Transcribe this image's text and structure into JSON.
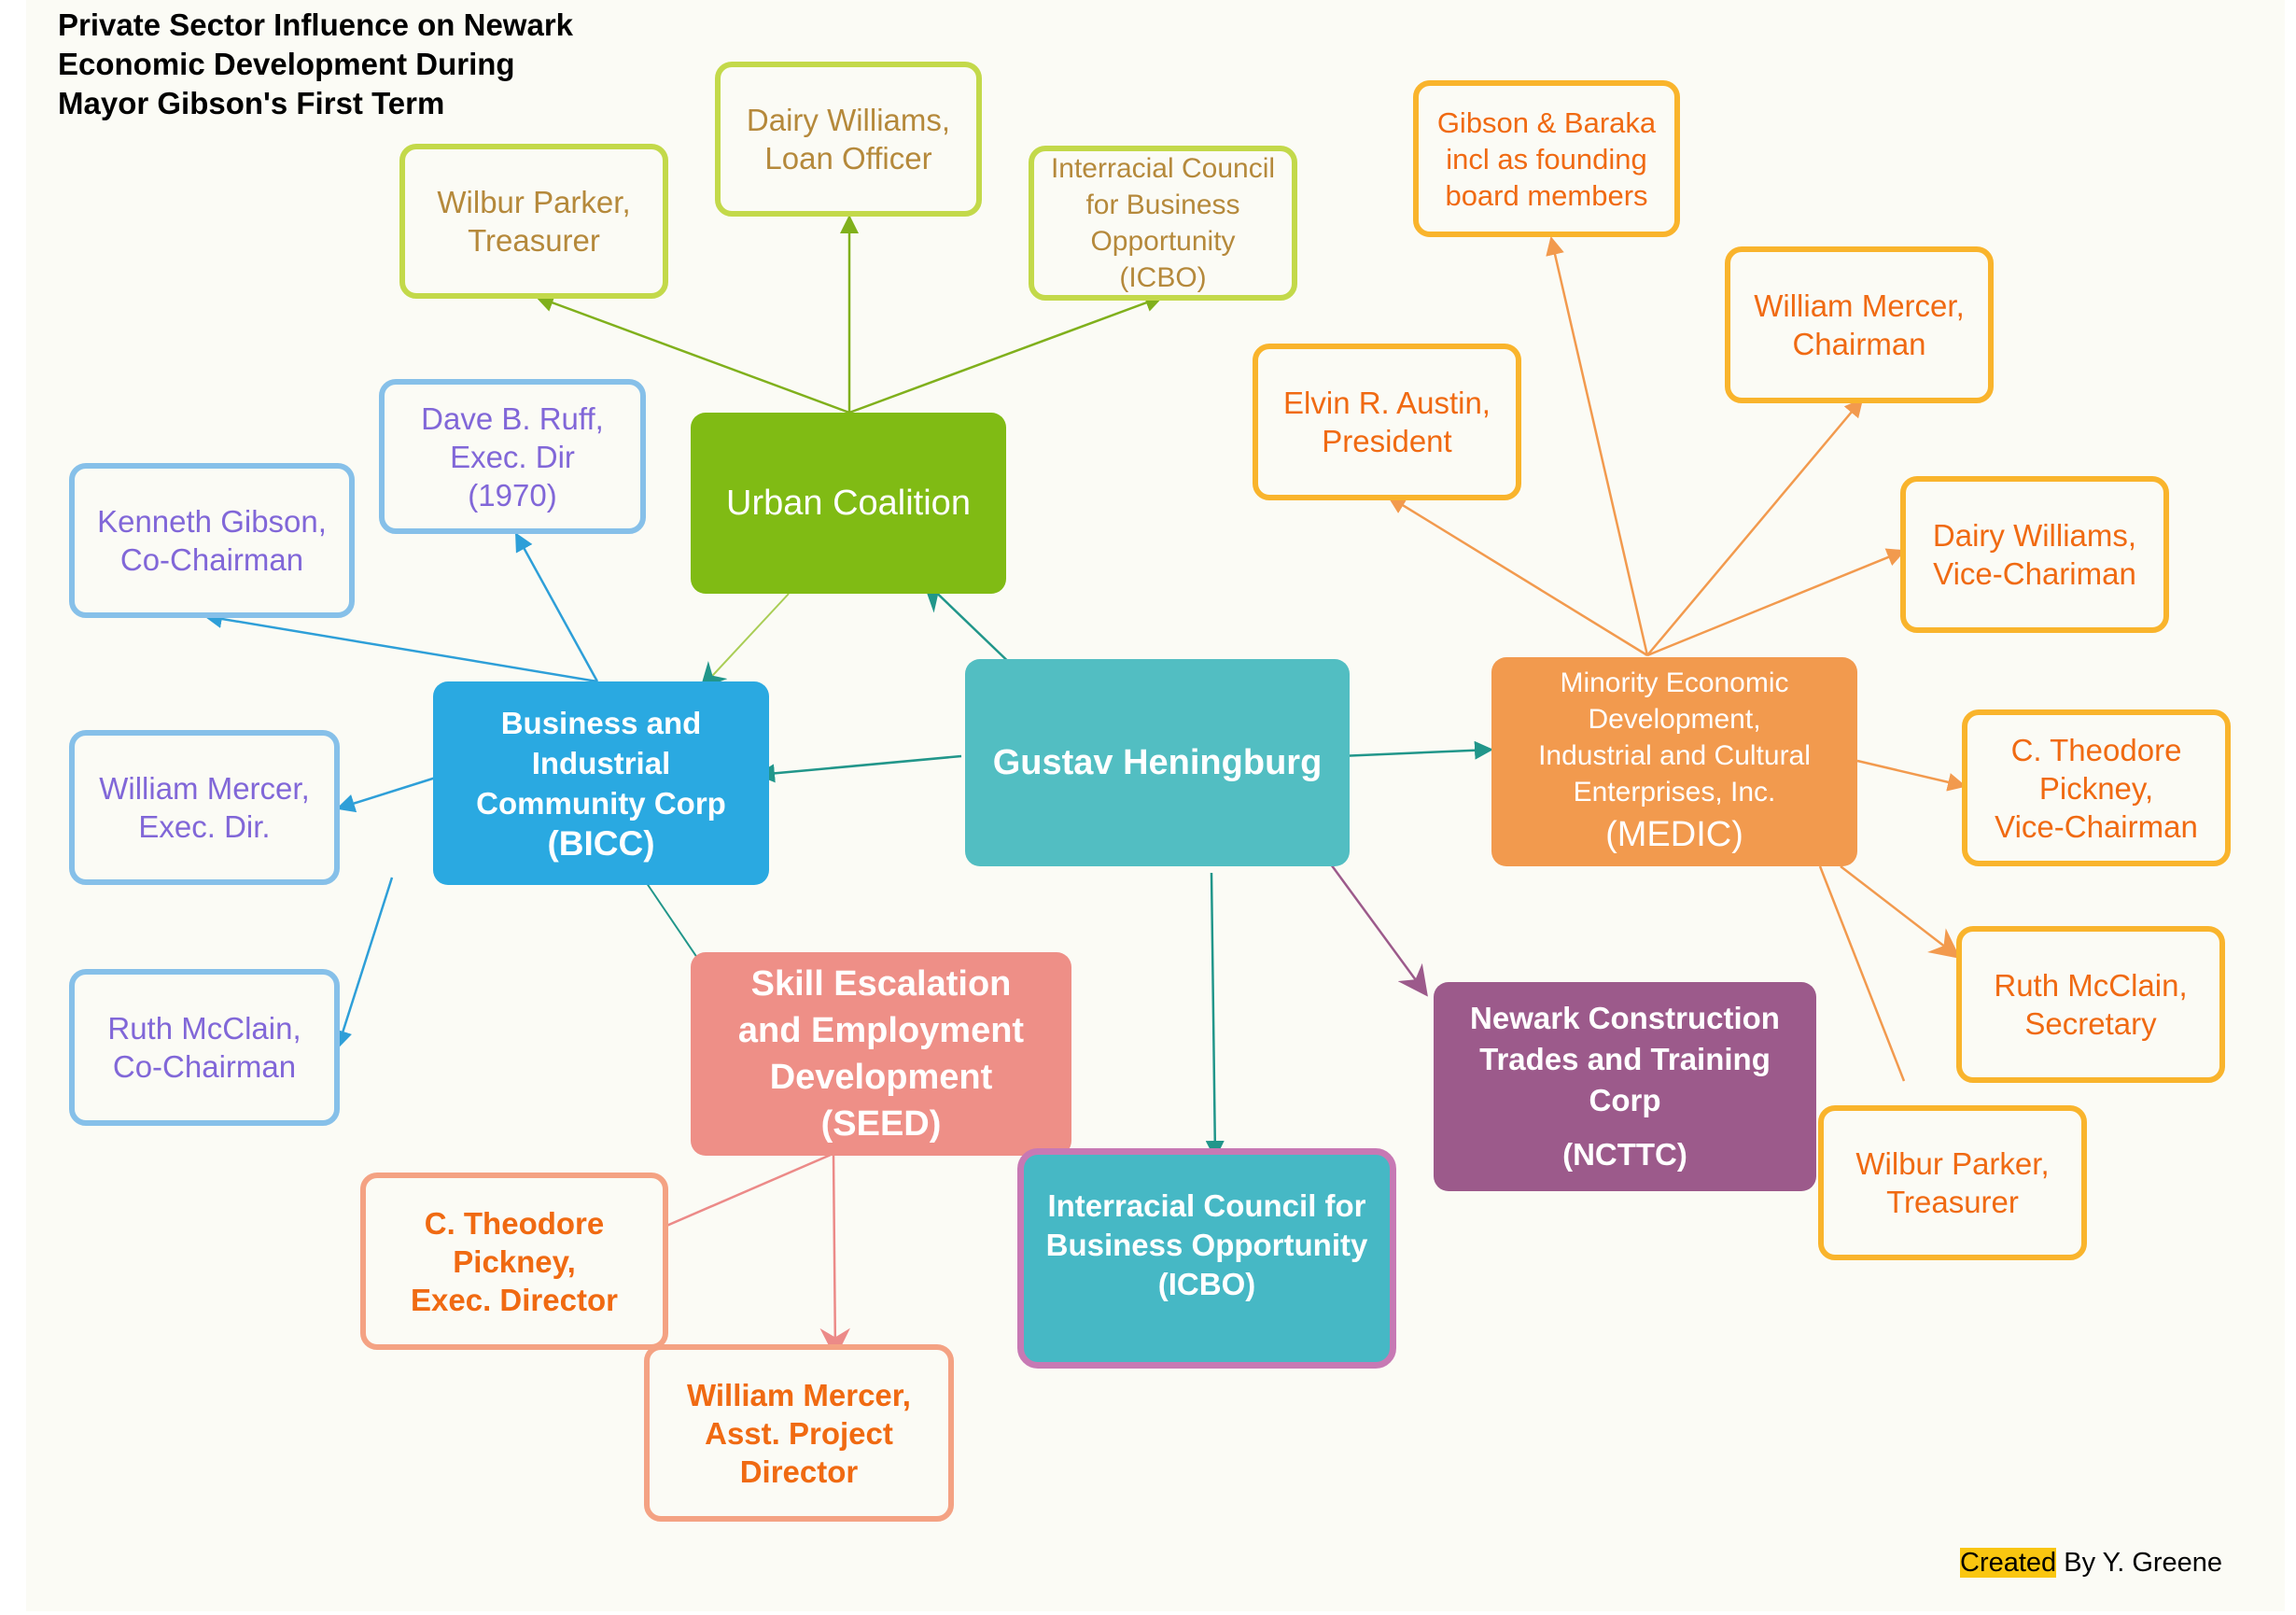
{
  "title_lines": [
    "Private Sector Influence on Newark",
    "Economic Development During",
    "Mayor Gibson's First Term"
  ],
  "center": {
    "lines": [
      "Gustav Heningburg"
    ]
  },
  "urban_coalition": {
    "name": {
      "lines": [
        "Urban Coalition"
      ]
    },
    "members": [
      {
        "lines": [
          "Wilbur Parker,",
          "Treasurer"
        ]
      },
      {
        "lines": [
          "Dairy Williams,",
          "Loan Officer"
        ]
      },
      {
        "lines": [
          "Interracial Council",
          "for Business",
          "Opportunity",
          "(ICBO)"
        ]
      }
    ]
  },
  "bicc": {
    "name": {
      "lines": [
        "Business and",
        "Industrial",
        "Community Corp",
        "(BICC)"
      ]
    },
    "members": [
      {
        "lines": [
          "Dave B. Ruff,",
          "Exec. Dir",
          "(1970)"
        ]
      },
      {
        "lines": [
          "Kenneth Gibson,",
          "Co-Chairman"
        ]
      },
      {
        "lines": [
          "William Mercer,",
          "Exec. Dir."
        ]
      },
      {
        "lines": [
          "Ruth McClain,",
          "Co-Chairman"
        ]
      }
    ]
  },
  "medic": {
    "name": {
      "lines": [
        "Minority Economic",
        "Development,",
        "Industrial and Cultural",
        "Enterprises, Inc.",
        "(MEDIC)"
      ]
    },
    "members": [
      {
        "lines": [
          "Gibson & Baraka",
          "incl as founding",
          "board members"
        ]
      },
      {
        "lines": [
          "William Mercer,",
          "Chairman"
        ]
      },
      {
        "lines": [
          "Elvin R. Austin,",
          "President"
        ]
      },
      {
        "lines": [
          "Dairy Williams,",
          "Vice-Chariman"
        ]
      },
      {
        "lines": [
          "C. Theodore",
          "Pickney,",
          "Vice-Chairman"
        ]
      },
      {
        "lines": [
          "Ruth McClain,",
          "Secretary"
        ]
      },
      {
        "lines": [
          "Wilbur Parker,",
          "Treasurer"
        ]
      }
    ]
  },
  "seed": {
    "name": {
      "lines": [
        "Skill Escalation",
        "and  Employment",
        "Development",
        "(SEED)"
      ]
    },
    "members": [
      {
        "lines": [
          "C. Theodore",
          "Pickney,",
          "Exec. Director"
        ]
      },
      {
        "lines": [
          "William Mercer,",
          "Asst. Project",
          "Director"
        ]
      }
    ]
  },
  "icbo": {
    "lines": [
      "Interracial Council for",
      "Business Opportunity",
      "(ICBO)"
    ]
  },
  "ncttc": {
    "lines": [
      "Newark Construction",
      "Trades and Training",
      "Corp",
      "(NCTTC)"
    ]
  },
  "credit": {
    "highlight": "Created",
    "rest": " By Y. Greene"
  },
  "colors": {
    "urban_coalition": "#80bb14",
    "bicc": "#2aa9e1",
    "center": "#52bec2",
    "medic": "#f29a4e",
    "seed": "#ee8f87",
    "icbo": "#46b8c5",
    "icbo_border": "#c779b4",
    "ncttc": "#9c5a8b"
  }
}
